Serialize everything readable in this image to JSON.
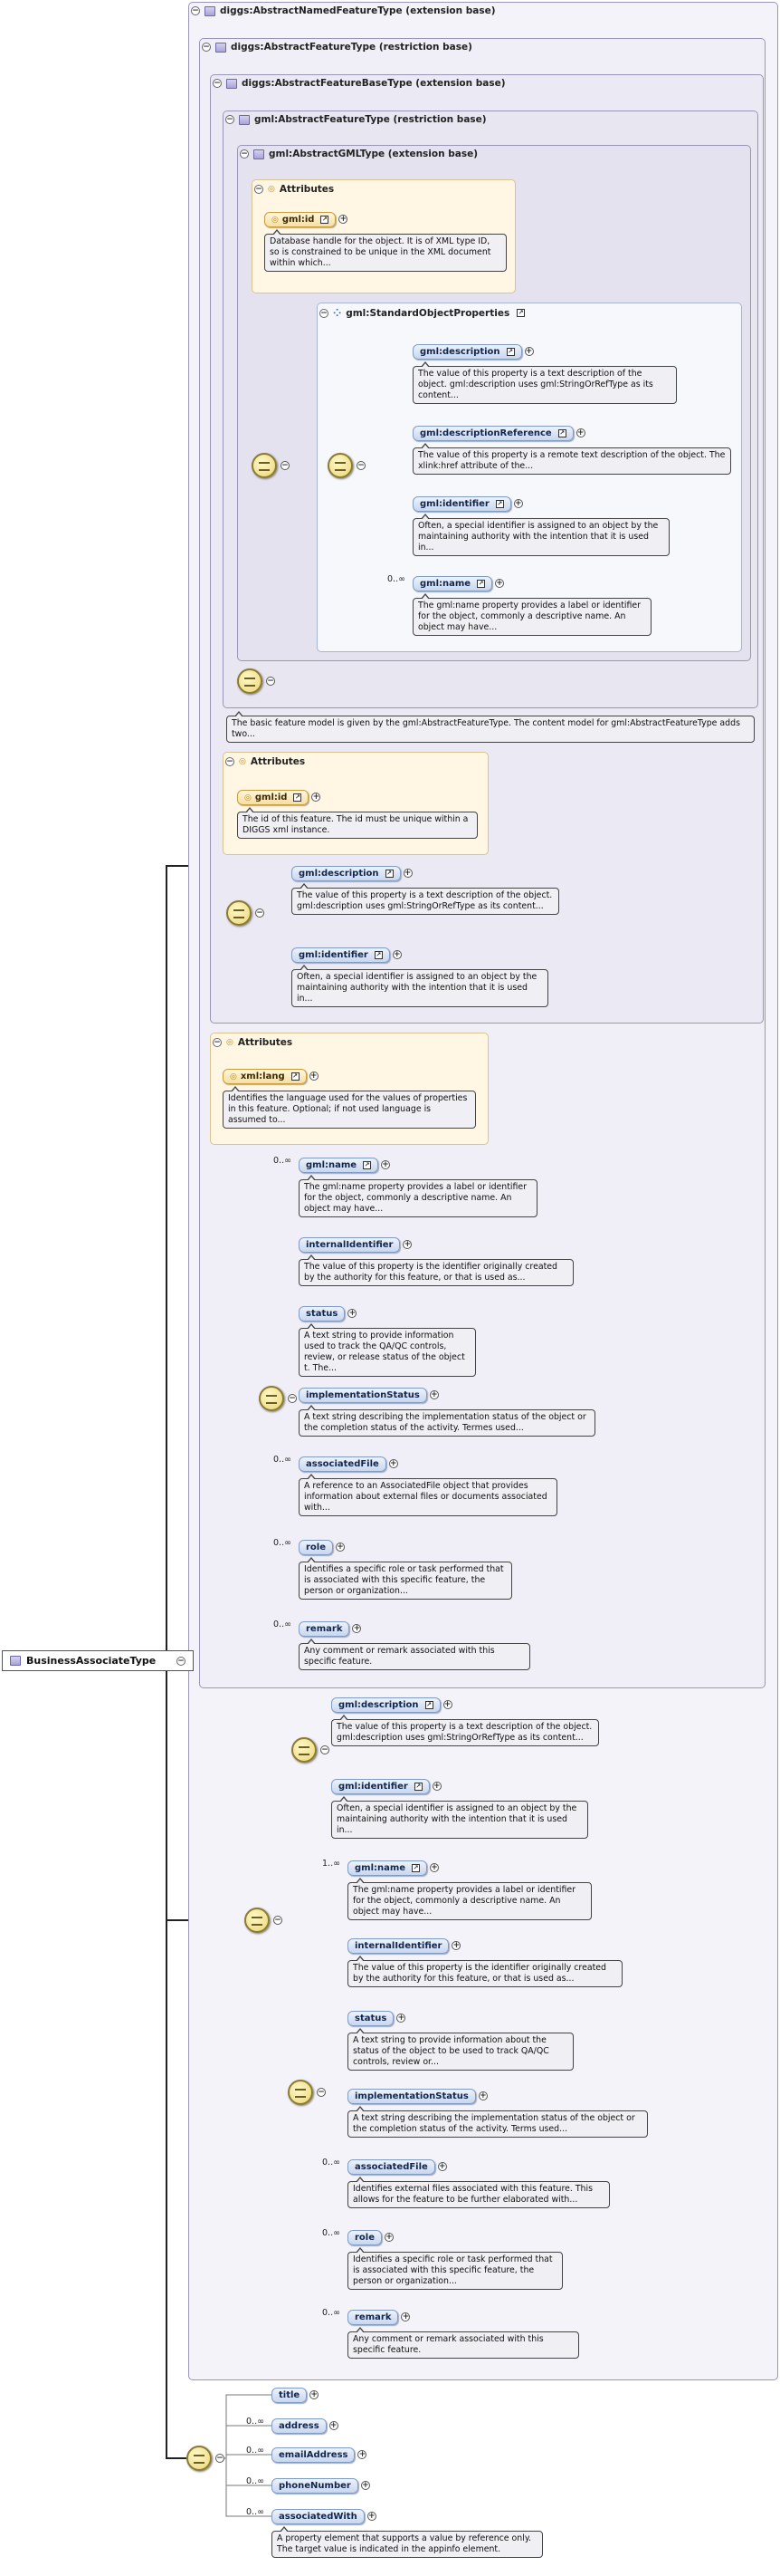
{
  "root": {
    "label": "BusinessAssociateType"
  },
  "types": {
    "named": "diggs:AbstractNamedFeatureType (extension base)",
    "feature": "diggs:AbstractFeatureType (restriction base)",
    "featurebase": "diggs:AbstractFeatureBaseType (extension base)",
    "gmlfeature": "gml:AbstractFeatureType (restriction base)",
    "gmlgml": "gml:AbstractGMLType (extension base)",
    "sop": "gml:StandardObjectProperties"
  },
  "attributes_label": "Attributes",
  "gml_attrs": [
    {
      "name": "gml:id",
      "doc": "Database handle for the object. It is of XML type ID, so is constrained to be unique in the XML document within which..."
    }
  ],
  "sop_items": [
    {
      "name": "gml:description",
      "card": "",
      "doc": "The value of this property is a text description of the object. gml:description uses gml:StringOrRefType as its content..."
    },
    {
      "name": "gml:descriptionReference",
      "card": "",
      "doc": "The value of this property is a remote text description of the object. The xlink:href attribute of the..."
    },
    {
      "name": "gml:identifier",
      "card": "",
      "doc": "Often, a special identifier is assigned to an object by the maintaining authority with the intention that it is used in..."
    },
    {
      "name": "gml:name",
      "card": "0..∞",
      "doc": "The gml:name property provides a label or identifier for the object, commonly a descriptive name. An object may have..."
    }
  ],
  "featurebase_doc": "The basic feature model is given by the gml:AbstractFeatureType. The content model for gml:AbstractFeatureType adds two...",
  "diggs_attrs": [
    {
      "name": "gml:id",
      "doc": "The id of this feature. The id must be unique within a DIGGS xml instance."
    }
  ],
  "diggs_choice": [
    {
      "name": "gml:description",
      "doc": "The value of this property is a text description of the object. gml:description uses gml:StringOrRefType as its content..."
    },
    {
      "name": "gml:identifier",
      "doc": "Often, a special identifier is assigned to an object by the maintaining authority with the intention that it is used in..."
    }
  ],
  "named_attrs": [
    {
      "name": "xml:lang",
      "doc": "Identifies the language used for the values of properties in this feature. Optional; if not used language is assumed to..."
    }
  ],
  "named_items": [
    {
      "name": "gml:name",
      "card": "0..∞",
      "doc": "The gml:name property provides a label or identifier for the object, commonly a descriptive name. An object may have..."
    },
    {
      "name": "internalIdentifier",
      "card": "",
      "doc": "The value of this property is the identifier originally created by the authority for this feature, or that is used as..."
    },
    {
      "name": "status",
      "card": "",
      "doc": "A text string to provide information used to track the QA/QC controls, review, or release status of the object t. The..."
    },
    {
      "name": "implementationStatus",
      "card": "",
      "doc": "A text string describing the implementation status of the object or the completion status of the activity. Termes used..."
    },
    {
      "name": "associatedFile",
      "card": "0..∞",
      "doc": "A reference to an AssociatedFile object that provides information about external files or documents associated with..."
    },
    {
      "name": "role",
      "card": "0..∞",
      "doc": "Identifies a specific role or task performed that is associated with this specific feature, the person or organization..."
    },
    {
      "name": "remark",
      "card": "0..∞",
      "doc": "Any comment or remark associated with this specific feature."
    }
  ],
  "ext_choice": [
    {
      "name": "gml:description",
      "doc": "The value of this property is a text description of the object. gml:description uses gml:StringOrRefType as its content..."
    },
    {
      "name": "gml:identifier",
      "doc": "Often, a special identifier is assigned to an object by the maintaining authority with the intention that it is used in..."
    }
  ],
  "ext_items": [
    {
      "name": "gml:name",
      "card": "1..∞",
      "doc": "The gml:name property provides a label or identifier for the object, commonly a descriptive name. An object may have..."
    },
    {
      "name": "internalIdentifier",
      "card": "",
      "doc": "The value of this property is the identifier originally created by the authority for this feature, or that is used as..."
    },
    {
      "name": "status",
      "card": "",
      "doc": "A text string to provide information about the status of the object to be used to track QA/QC controls, review or..."
    },
    {
      "name": "implementationStatus",
      "card": "",
      "doc": "A text string describing the implementation status of the object or the completion status of the activity. Terms used..."
    },
    {
      "name": "associatedFile",
      "card": "0..∞",
      "doc": "Identifies external files associated with this feature. This allows for the feature to be further elaborated with..."
    },
    {
      "name": "role",
      "card": "0..∞",
      "doc": "Identifies a specific role or task performed that is associated with this specific feature, the person or organization..."
    },
    {
      "name": "remark",
      "card": "0..∞",
      "doc": "Any comment or remark associated with this specific feature."
    }
  ],
  "own_items": [
    {
      "name": "title",
      "card": ""
    },
    {
      "name": "address",
      "card": "0..∞"
    },
    {
      "name": "emailAddress",
      "card": "0..∞"
    },
    {
      "name": "phoneNumber",
      "card": "0..∞"
    },
    {
      "name": "associatedWith",
      "card": "0..∞",
      "doc": "A property element that supports a value by reference only. The target value is indicated in the appinfo element."
    }
  ]
}
